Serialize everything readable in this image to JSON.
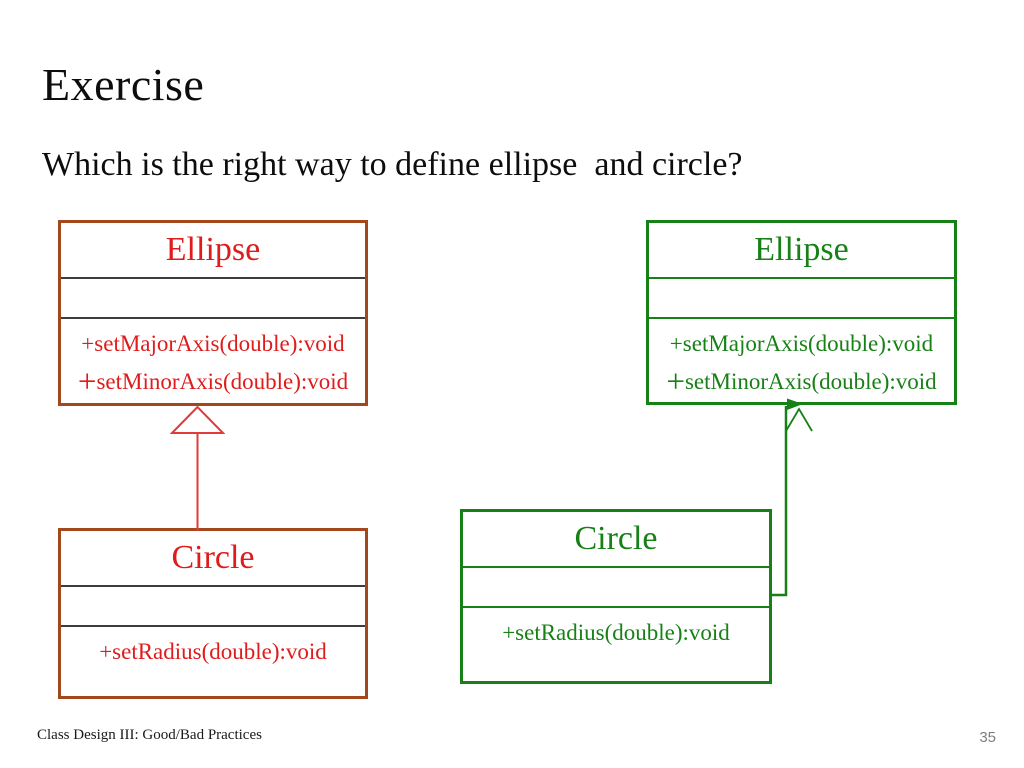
{
  "slide": {
    "title": "Exercise",
    "subtitle": "Which is the right way to define ellipse  and circle?",
    "footer": "Class Design III: Good/Bad Practices",
    "page_number": "35"
  },
  "colors": {
    "left_diagram_accent": "#a3471d",
    "left_diagram_text": "#df1b1b",
    "right_diagram_accent": "#178017",
    "section_divider_left": "#3d3d3d",
    "page_number_gray": "#7d7d7d"
  },
  "icons": {
    "left_arrowhead": "hollow-triangle-generalization-arrowhead",
    "right_arrowhead_filled": "filled-right-arrowhead",
    "right_arrowhead_open": "open-caret-arrowhead"
  },
  "left_diagram": {
    "ellipse": {
      "name": "Ellipse",
      "methods": [
        {
          "prefix": "+",
          "signature": "setMajorAxis(double):void"
        },
        {
          "prefix": "+",
          "signature": "setMinorAxis(double):void"
        }
      ]
    },
    "circle": {
      "name": "Circle",
      "methods": [
        {
          "prefix": "+",
          "signature": "setRadius(double):void"
        }
      ]
    }
  },
  "right_diagram": {
    "ellipse": {
      "name": "Ellipse",
      "methods": [
        {
          "prefix": "+",
          "signature": "setMajorAxis(double):void"
        },
        {
          "prefix": "+",
          "signature": "setMinorAxis(double):void"
        }
      ]
    },
    "circle": {
      "name": "Circle",
      "methods": [
        {
          "prefix": "+",
          "signature": "setRadius(double):void"
        }
      ]
    }
  }
}
